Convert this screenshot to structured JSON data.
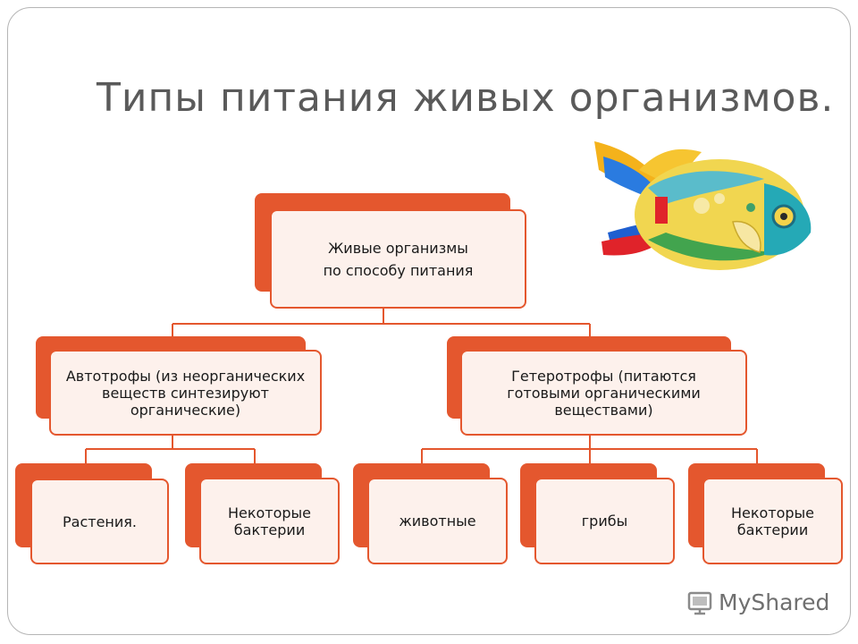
{
  "slide": {
    "title": "Типы питания живых организмов."
  },
  "diagram": {
    "root": {
      "line1": "Живые организмы",
      "line2": "по способу питания"
    },
    "autotrophs": "Автотрофы (из неорганических веществ синтезируют органические)",
    "heterotrophs": "Гетеротрофы (питаются готовыми органическими веществами)",
    "auto_children": [
      "Растения.",
      "Некоторые бактерии"
    ],
    "hetero_children": [
      "животные",
      "грибы",
      "Некоторые бактерии"
    ]
  },
  "watermark": {
    "text": "MyShared"
  },
  "colors": {
    "accent": "#e4572e",
    "box_fill": "#fdf1ec",
    "title": "#5a5a5a",
    "border": "#b5b5b5"
  },
  "icons": [
    "fish-illustration",
    "myshared-logo-icon"
  ]
}
